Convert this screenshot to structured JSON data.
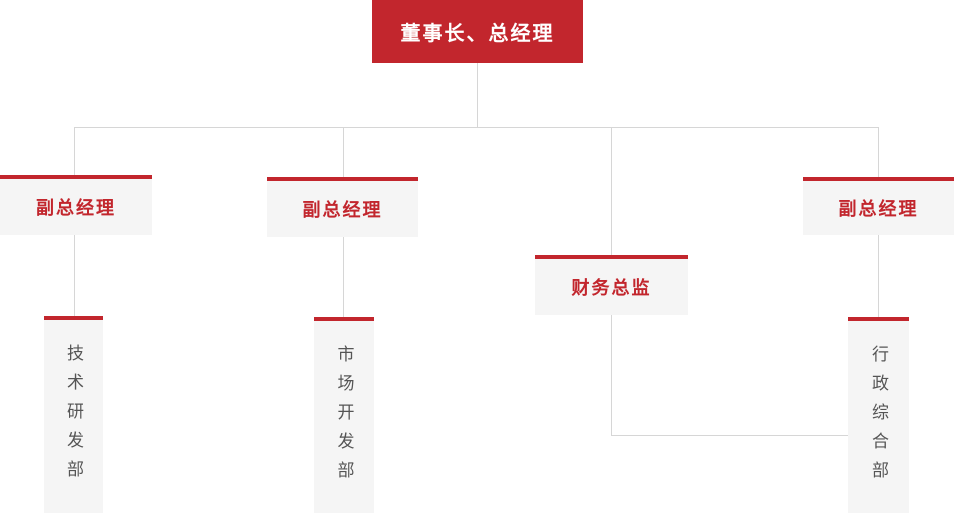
{
  "palette": {
    "brand_red": "#c2262d",
    "box_background": "#f5f5f5",
    "connector_line": "#d6d6d6",
    "department_text": "#555555",
    "root_text": "#ffffff",
    "page_background": "#ffffff"
  },
  "org_chart": {
    "type": "org-tree",
    "root": {
      "label": "董事长、总经理"
    },
    "level2": [
      {
        "id": "vp-left",
        "label": "副总经理",
        "reports_to": "root"
      },
      {
        "id": "vp-middle",
        "label": "副总经理",
        "reports_to": "root"
      },
      {
        "id": "cfo",
        "label": "财务总监",
        "reports_to": "root"
      },
      {
        "id": "vp-right",
        "label": "副总经理",
        "reports_to": "root"
      }
    ],
    "departments": [
      {
        "id": "dept-tech",
        "label": "技术研发部",
        "reports_to": "vp-left"
      },
      {
        "id": "dept-market",
        "label": "市场开发部",
        "reports_to": "vp-middle"
      },
      {
        "id": "dept-admin",
        "label": "行政综合部",
        "reports_to": "vp-right"
      }
    ],
    "extra_links": [
      {
        "from": "cfo",
        "to": "dept-admin"
      }
    ]
  }
}
